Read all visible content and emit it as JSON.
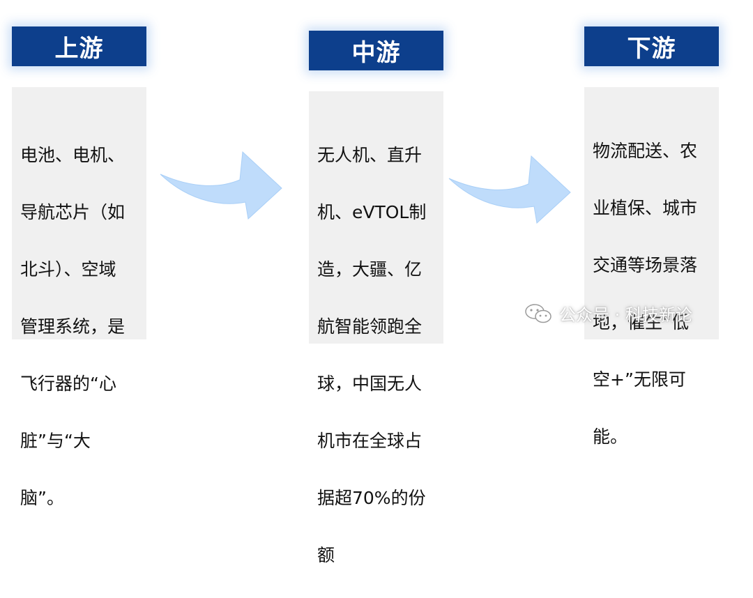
{
  "stages": [
    {
      "title": "上游",
      "lines": [
        "电池、电机、",
        "导航芯片（如",
        "北斗）、空域",
        "管理系统，是",
        "飞行器的“心",
        "脏”与“大",
        "脑”。"
      ]
    },
    {
      "title": "中游",
      "lines": [
        "无人机、直升",
        "机、eVTOL制",
        "造，大疆、亿",
        "航智能领跑全",
        "球，中国无人",
        "机市在全球占",
        "据超70%的份",
        "额"
      ]
    },
    {
      "title": "下游",
      "lines": [
        "物流配送、农",
        "业植保、城市",
        "交通等场景落",
        "地，催生“低",
        "空+”无限可",
        "能。"
      ]
    }
  ],
  "watermark": {
    "text": "公众号 · 科技新论",
    "icon": "wechat-icon"
  },
  "colors": {
    "header_bg": "#0d3f8c",
    "box_bg": "#f0f0f0",
    "arrow": "#bfdcfb"
  }
}
